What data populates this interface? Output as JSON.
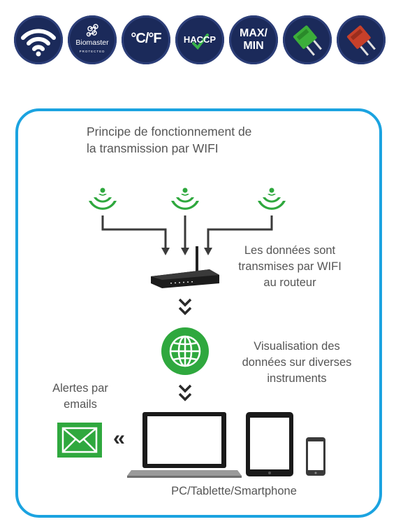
{
  "badges": [
    {
      "icon": "wifi-icon"
    },
    {
      "icon": "biomaster-icon",
      "label": "Biomaster",
      "sublabel": "PROTECTED"
    },
    {
      "icon": "celsius-fahrenheit-icon",
      "label": "°C/°F"
    },
    {
      "icon": "haccp-icon",
      "label": "HACCP"
    },
    {
      "icon": "max-min-icon",
      "line1": "MAX/",
      "line2": "MIN"
    },
    {
      "icon": "probe-connector-green-icon"
    },
    {
      "icon": "probe-connector-red-icon"
    }
  ],
  "diagram": {
    "title_line1": "Principe de fonctionnement de",
    "title_line2": "la transmission par WIFI",
    "router_label_line1": "Les données sont",
    "router_label_line2": "transmises par WIFI",
    "router_label_line3": "au routeur",
    "internet_label_line1": "Visualisation des",
    "internet_label_line2": "données sur diverses",
    "internet_label_line3": "instruments",
    "email_label_line1": "Alertes par",
    "email_label_line2": "emails",
    "devices_label": "PC/Tablette/Smartphone",
    "email_arrow": "‹‹",
    "colors": {
      "accent_green": "#2fa83e",
      "frame_blue": "#1ba3e0",
      "badge_navy": "#1b2a5a",
      "text_gray": "#555555"
    }
  }
}
